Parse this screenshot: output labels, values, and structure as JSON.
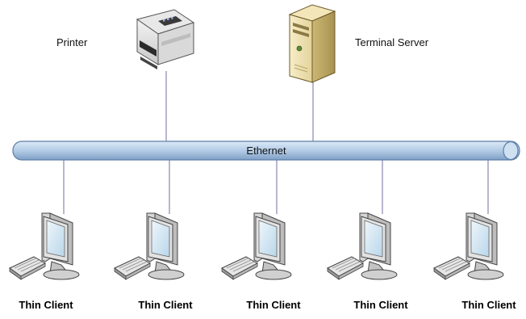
{
  "nodes": {
    "printer": {
      "label": "Printer",
      "icon": "printer-icon"
    },
    "server": {
      "label": "Terminal Server",
      "icon": "server-icon"
    },
    "bus": {
      "label": "Ethernet",
      "color": "#b9d1ea"
    }
  },
  "clients": [
    {
      "label": "Thin Client",
      "icon": "computer-icon"
    },
    {
      "label": "Thin Client",
      "icon": "computer-icon"
    },
    {
      "label": "Thin Client",
      "icon": "computer-icon"
    },
    {
      "label": "Thin Client",
      "icon": "computer-icon"
    },
    {
      "label": "Thin Client",
      "icon": "computer-icon"
    }
  ]
}
